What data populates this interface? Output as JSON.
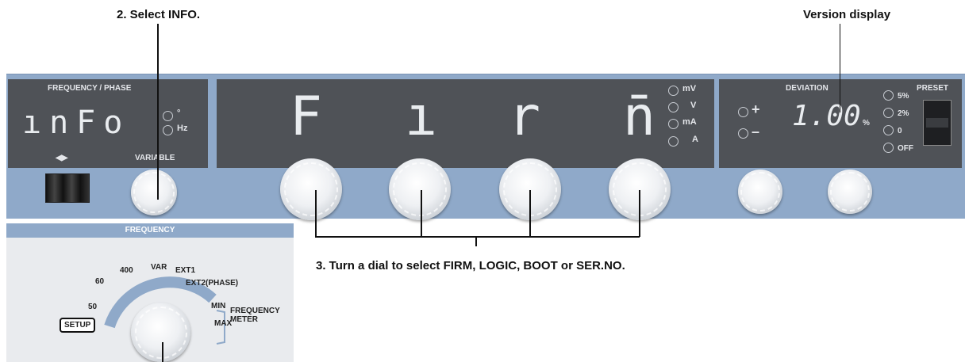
{
  "callouts": {
    "select_info": "2. Select INFO.",
    "version_display": "Version display",
    "turn_dial": "3. Turn a dial to select FIRM, LOGIC, BOOT or SER.NO."
  },
  "frequency_phase": {
    "title": "FREQUENCY / PHASE",
    "display": "ınFo",
    "units": [
      "°",
      "Hz"
    ],
    "arrows": "◀▶",
    "variable": "VARIABLE"
  },
  "main_display": {
    "digits": [
      "F",
      "ı",
      "r",
      "n̄"
    ],
    "units": [
      "mV",
      "V",
      "mA",
      "A"
    ]
  },
  "deviation": {
    "title": "DEVIATION",
    "plus": "+",
    "minus": "–",
    "value": "1.00",
    "unit": "%",
    "preset_label": "PRESET",
    "preset_options": [
      "5%",
      "2%",
      "0",
      "OFF"
    ]
  },
  "frequency_section": {
    "title": "FREQUENCY",
    "options": [
      "SETUP",
      "50",
      "60",
      "400",
      "VAR",
      "EXT1",
      "EXT2(PHASE)",
      "MIN",
      "MAX"
    ],
    "meter_label": "FREQUENCY\nMETER"
  },
  "colors": {
    "panel_blue": "#8fa9c9",
    "display_dark": "#4f5257"
  }
}
